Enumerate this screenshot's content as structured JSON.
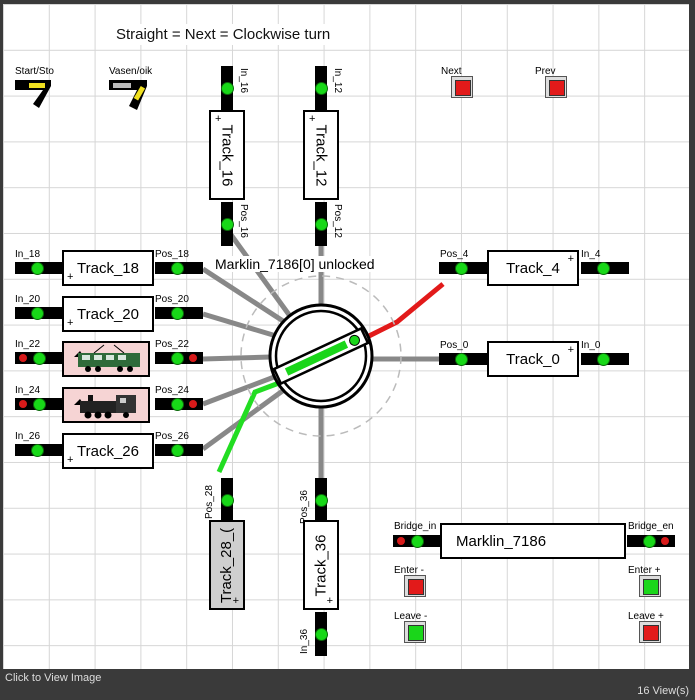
{
  "panel": {
    "title": "Straight = Next = Clockwise turn",
    "turntable_status": "Marklin_7186[0] unlocked"
  },
  "switches": {
    "start_stop": "Start/Sto",
    "vasen_oik": "Vasen/oik"
  },
  "buttons": {
    "next": "Next",
    "prev": "Prev",
    "enter_minus": "Enter -",
    "enter_plus": "Enter +",
    "leave_minus": "Leave -",
    "leave_plus": "Leave +",
    "bridge_in": "Bridge_in",
    "bridge_en": "Bridge_en"
  },
  "tracks": {
    "t16": "Track_16",
    "t12": "Track_12",
    "t18": "Track_18",
    "t20": "Track_20",
    "t26": "Track_26",
    "t4": "Track_4",
    "t0": "Track_0",
    "t28": "Track_28_(",
    "t36": "Track_36",
    "bridge": "Marklin_7186"
  },
  "sensors": {
    "in_16": "In_16",
    "pos_16": "Pos_16",
    "in_12": "In_12",
    "pos_12": "Pos_12",
    "in_18": "In_18",
    "pos_18": "Pos_18",
    "in_20": "In_20",
    "pos_20": "Pos_20",
    "in_22": "In_22",
    "pos_22": "Pos_22",
    "in_24": "In_24",
    "pos_24": "Pos_24",
    "in_26": "In_26",
    "pos_26": "Pos_26",
    "pos_4": "Pos_4",
    "in_4": "In_4",
    "pos_0": "Pos_0",
    "in_0": "In_0",
    "pos_28": "Pos_28",
    "pos_36": "Pos_36",
    "in_36": "In_36"
  },
  "plus": "+",
  "status": {
    "left": "Click to View Image",
    "right": "16 View(s)"
  },
  "colors": {
    "occupied": "#1ad61a",
    "red": "#e21a1a",
    "track": "#888888"
  }
}
